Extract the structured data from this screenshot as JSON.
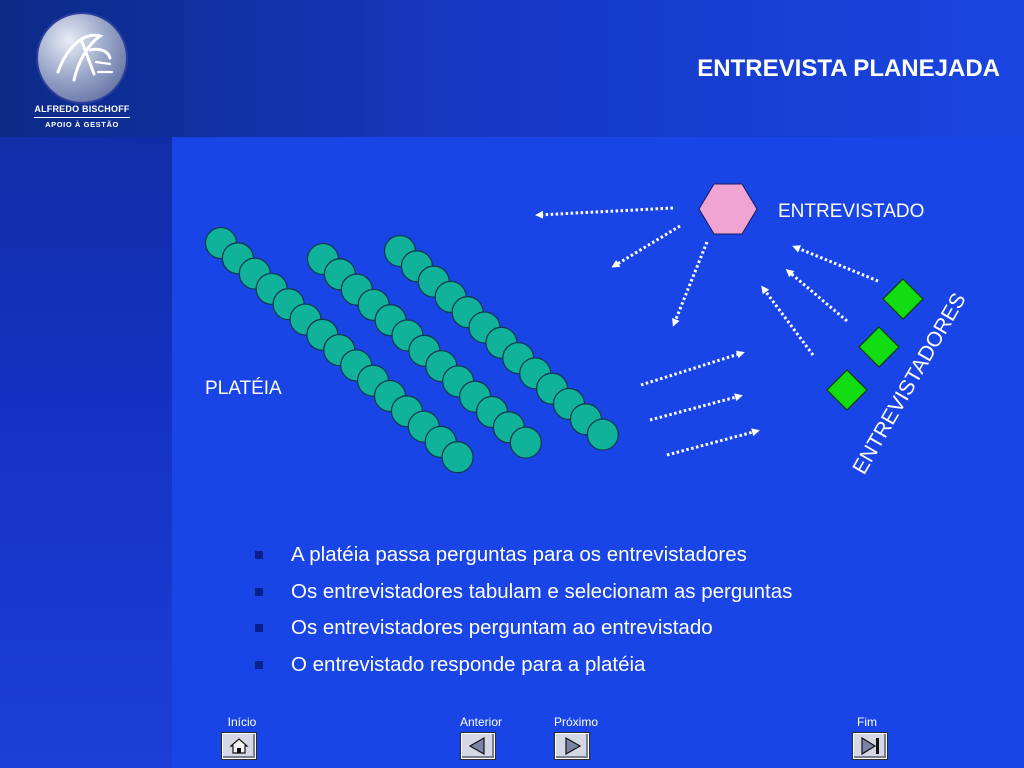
{
  "header": {
    "logo": {
      "name": "ALFREDO BISCHOFF",
      "tagline": "APOIO À GESTÃO"
    },
    "title": "ENTREVISTA PLANEJADA"
  },
  "diagram": {
    "audience_label": "PLATÉIA",
    "interviewee_label": "ENTREVISTADO",
    "interviewers_label": "ENTREVISTADORES",
    "audience_rows": 3,
    "interviewer_count": 3
  },
  "bullets": [
    "A platéia passa perguntas para os entrevistadores",
    "Os entrevistadores tabulam e selecionam as perguntas",
    "Os entrevistadores perguntam ao entrevistado",
    "O entrevistado responde para a platéia"
  ],
  "nav": {
    "home": "Início",
    "previous": "Anterior",
    "next": "Próximo",
    "end": "Fim"
  },
  "colors": {
    "background": "#1a45e6",
    "audience_circle": "#10b39a",
    "interviewee_hexagon": "#f0a4d4",
    "interviewer_diamond": "#12dd12",
    "bullet_marker": "#0a1f8e"
  }
}
